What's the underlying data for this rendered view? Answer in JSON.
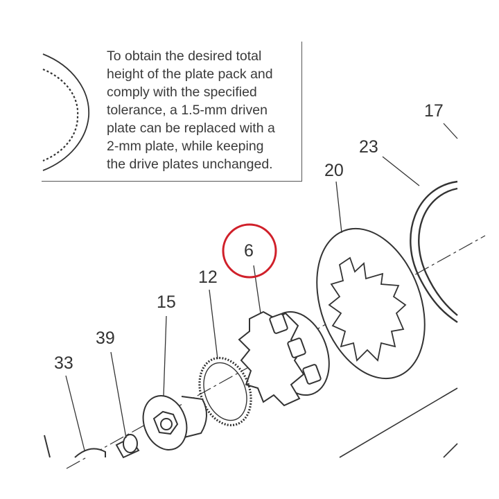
{
  "note": {
    "lines": [
      "To obtain the desired total",
      "height of the plate pack and",
      "comply with the specified",
      "tolerance, a 1.5-mm driven",
      "plate can be replaced with a",
      "2-mm plate, while keeping",
      "the drive plates unchanged."
    ]
  },
  "callouts": {
    "c17": "17",
    "c23": "23",
    "c20": "20",
    "c6": "6",
    "c12": "12",
    "c15": "15",
    "c39": "39",
    "c33": "33"
  },
  "colors": {
    "line": "#333333",
    "highlight_ring": "#d0202a",
    "text": "#3a3a3a"
  }
}
